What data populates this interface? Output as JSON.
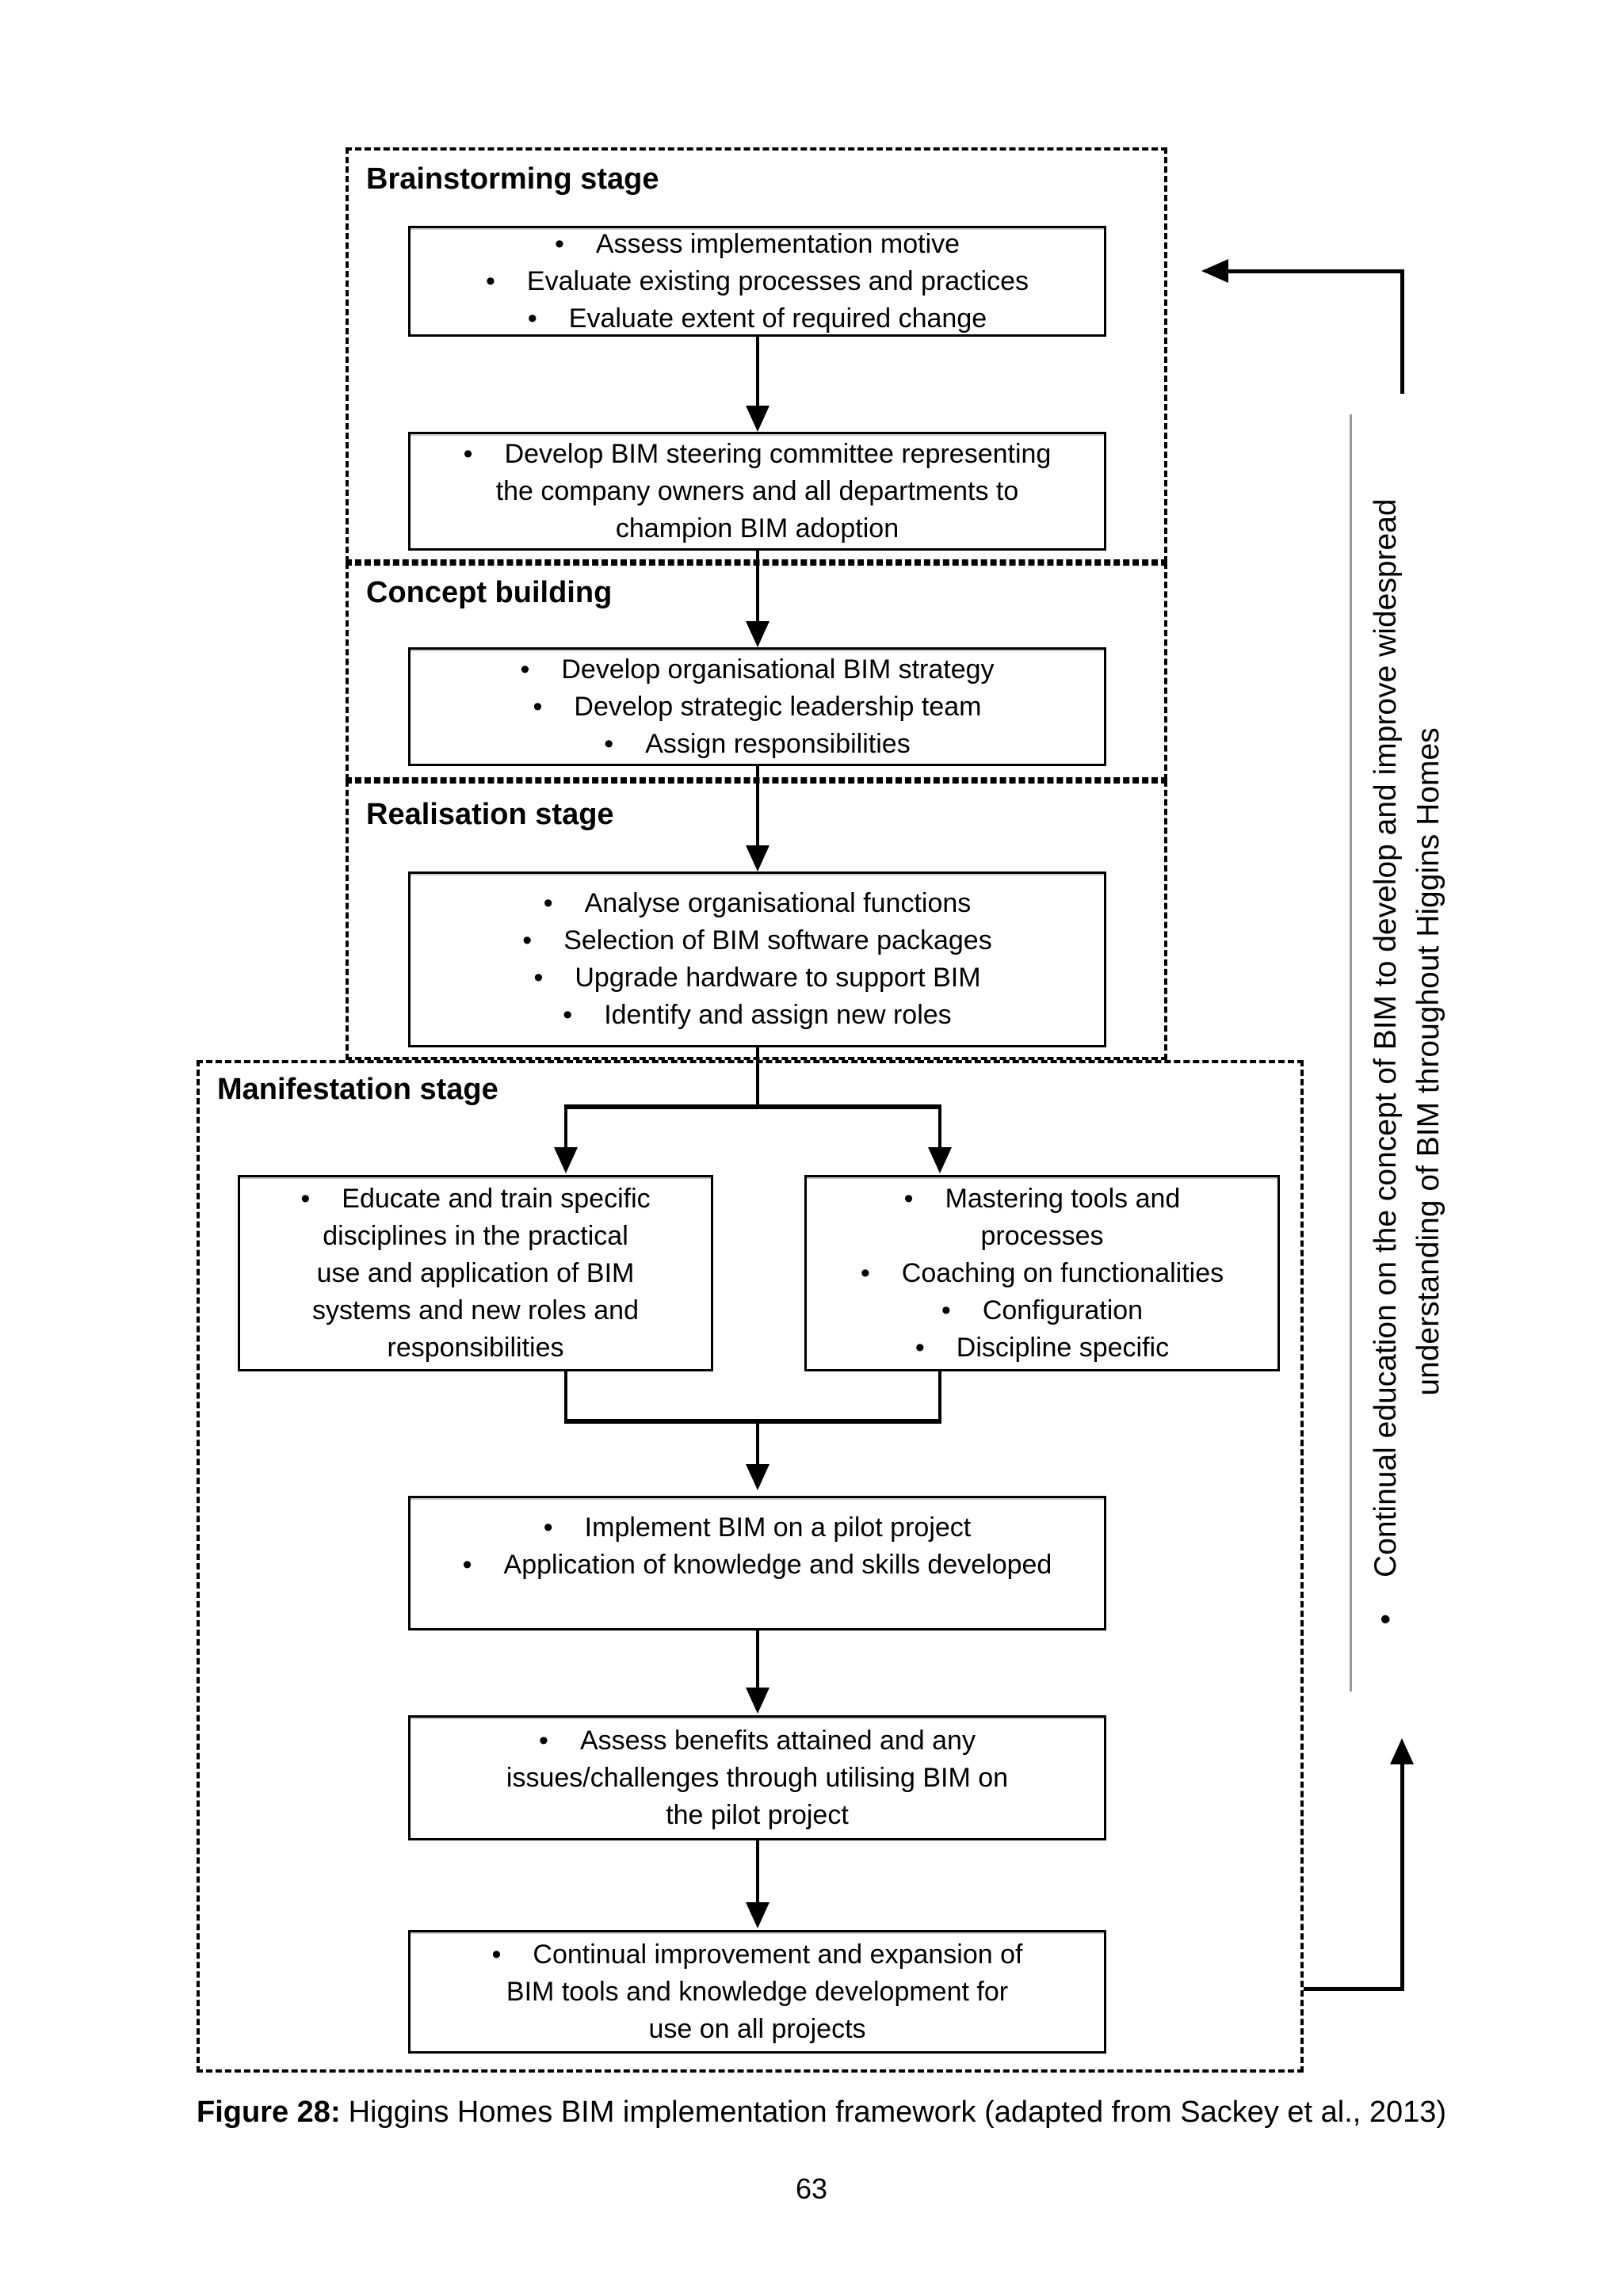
{
  "bullet_char": "•",
  "stages": {
    "brainstorming": "Brainstorming stage",
    "concept": "Concept building",
    "realisation": "Realisation stage",
    "manifestation": "Manifestation stage"
  },
  "boxes": {
    "assess_motive": {
      "items": [
        {
          "lines": [
            "Assess implementation motive"
          ]
        },
        {
          "lines": [
            "Evaluate existing processes and practices"
          ]
        },
        {
          "lines": [
            "Evaluate extent of required change"
          ]
        }
      ]
    },
    "steering_committee": {
      "items": [
        {
          "lines": [
            "Develop BIM steering committee representing",
            "the company owners and all departments to",
            "champion BIM adoption"
          ]
        }
      ]
    },
    "bim_strategy": {
      "items": [
        {
          "lines": [
            "Develop organisational BIM strategy"
          ]
        },
        {
          "lines": [
            "Develop strategic leadership team"
          ]
        },
        {
          "lines": [
            "Assign responsibilities"
          ]
        }
      ]
    },
    "realisation_tasks": {
      "items": [
        {
          "lines": [
            "Analyse organisational functions"
          ]
        },
        {
          "lines": [
            "Selection of BIM software packages"
          ]
        },
        {
          "lines": [
            "Upgrade hardware to support BIM"
          ]
        },
        {
          "lines": [
            "Identify and assign new roles"
          ]
        }
      ]
    },
    "educate_train": {
      "items": [
        {
          "lines": [
            "Educate and train specific",
            "disciplines in the practical",
            "use and application of BIM",
            "systems and new roles and",
            "responsibilities"
          ]
        }
      ]
    },
    "mastering_tools": {
      "items": [
        {
          "lines": [
            "Mastering tools and",
            "processes"
          ]
        },
        {
          "lines": [
            "Coaching on functionalities"
          ]
        },
        {
          "lines": [
            "Configuration"
          ]
        },
        {
          "lines": [
            "Discipline specific"
          ]
        }
      ]
    },
    "pilot_project": {
      "items": [
        {
          "lines": [
            "Implement BIM on a pilot project"
          ]
        },
        {
          "lines": [
            "Application of knowledge and skills developed"
          ]
        }
      ]
    },
    "assess_benefits": {
      "items": [
        {
          "lines": [
            "Assess benefits attained and any",
            "issues/challenges through utilising BIM on",
            "the pilot project"
          ]
        }
      ]
    },
    "continual_improvement": {
      "items": [
        {
          "lines": [
            "Continual improvement and expansion of",
            "BIM tools and knowledge development for",
            "use on all projects"
          ]
        }
      ]
    }
  },
  "sidebar": {
    "line1": "Continual education on the concept of BIM to develop and improve widespread",
    "line2": "understanding of BIM throughout Higgins Homes"
  },
  "figure": {
    "caption_label": "Figure 28:",
    "caption_text": "Higgins Homes BIM implementation framework (adapted from Sackey et al., 2013)",
    "page_number": "63"
  },
  "colors": {
    "ink": "#000000",
    "guide_gray": "#9a9a9a",
    "background": "#ffffff"
  }
}
